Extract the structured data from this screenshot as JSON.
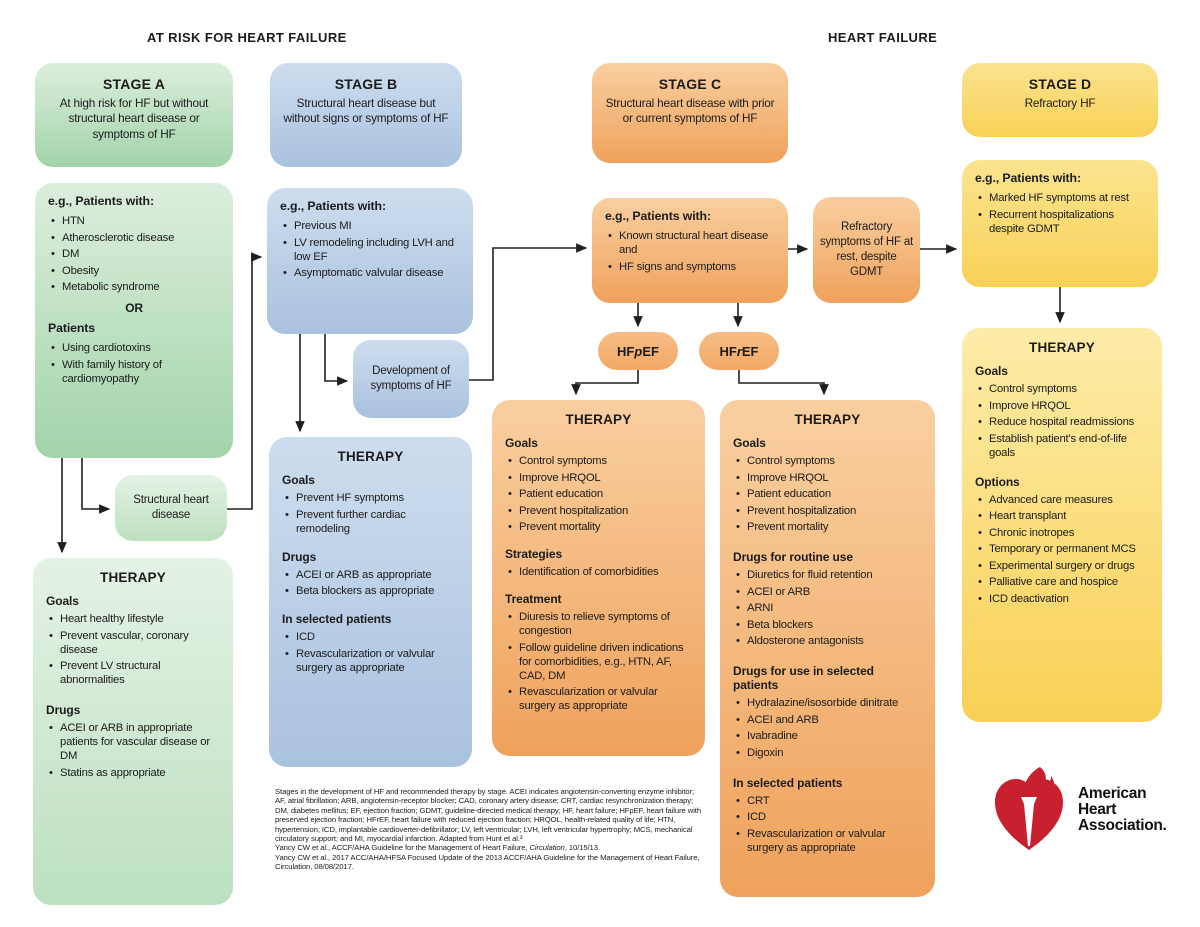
{
  "headers": {
    "at_risk": "AT RISK FOR HEART FAILURE",
    "heart_failure": "HEART FAILURE"
  },
  "stage_a": {
    "title": "STAGE A",
    "description": "At high risk for HF but without structural heart disease or symptoms of HF",
    "patients": {
      "heading": "e.g., Patients with:",
      "bullets": [
        "HTN",
        "Atherosclerotic disease",
        "DM",
        "Obesity",
        "Metabolic syndrome"
      ],
      "or_label": "OR",
      "subheading": "Patients",
      "bullets2": [
        "Using cardiotoxins",
        "With family history of cardiomyopathy"
      ]
    },
    "structural_label": "Structural heart disease",
    "therapy": {
      "title": "THERAPY",
      "goals_heading": "Goals",
      "goals": [
        "Heart healthy lifestyle",
        "Prevent vascular, coronary disease",
        "Prevent LV structural abnormalities"
      ],
      "drugs_heading": "Drugs",
      "drugs": [
        "ACEI or ARB in appropriate patients for vascular disease or DM",
        "Statins as appropriate"
      ]
    }
  },
  "stage_b": {
    "title": "STAGE B",
    "description": "Structural heart disease but without signs or symptoms of HF",
    "patients": {
      "heading": "e.g., Patients with:",
      "bullets": [
        "Previous MI",
        "LV remodeling including LVH and low EF",
        "Asymptomatic valvular disease"
      ]
    },
    "development_label": "Development of symptoms of HF",
    "therapy": {
      "title": "THERAPY",
      "goals_heading": "Goals",
      "goals": [
        "Prevent HF symptoms",
        "Prevent further cardiac remodeling"
      ],
      "drugs_heading": "Drugs",
      "drugs": [
        "ACEI or ARB as appropriate",
        "Beta blockers as appropriate"
      ],
      "selected_heading": "In selected patients",
      "selected": [
        "ICD",
        "Revascularization or valvular surgery as appropriate"
      ]
    }
  },
  "stage_c": {
    "title": "STAGE C",
    "description": "Structural heart disease with prior or current symptoms of HF",
    "patients": {
      "heading": "e.g., Patients with:",
      "bullets": [
        "Known structural heart disease and",
        "HF signs and symptoms"
      ]
    },
    "refractory_label": "Refractory symptoms of HF at rest, despite GDMT",
    "hfpef": {
      "pre": "HF",
      "italic": "p",
      "post": "EF"
    },
    "hfref": {
      "pre": "HF",
      "italic": "r",
      "post": "EF"
    },
    "hfpef_therapy": {
      "title": "THERAPY",
      "goals_heading": "Goals",
      "goals": [
        "Control symptoms",
        "Improve HRQOL",
        "Patient education",
        "Prevent hospitalization",
        "Prevent mortality"
      ],
      "strategies_heading": "Strategies",
      "strategies": [
        "Identification of comorbidities"
      ],
      "treatment_heading": "Treatment",
      "treatment": [
        "Diuresis to relieve symptoms of congestion",
        "Follow guideline driven indications for comorbidities, e.g., HTN, AF, CAD, DM",
        "Revascularization or valvular surgery as appropriate"
      ]
    },
    "hfref_therapy": {
      "title": "THERAPY",
      "goals_heading": "Goals",
      "goals": [
        "Control symptoms",
        "Improve HRQOL",
        "Patient education",
        "Prevent hospitalization",
        "Prevent mortality"
      ],
      "routine_heading": "Drugs for routine use",
      "routine": [
        "Diuretics for fluid retention",
        "ACEI or ARB",
        "ARNI",
        "Beta blockers",
        "Aldosterone antagonists"
      ],
      "selected_drugs_heading": "Drugs for use in selected patients",
      "selected_drugs": [
        "Hydralazine/isosorbide dinitrate",
        "ACEI and ARB",
        "Ivabradine",
        "Digoxin"
      ],
      "selected_heading": "In selected patients",
      "selected": [
        "CRT",
        "ICD",
        "Revascularization or valvular surgery as appropriate"
      ]
    }
  },
  "stage_d": {
    "title": "STAGE D",
    "description": "Refractory HF",
    "patients": {
      "heading": "e.g., Patients with:",
      "bullets": [
        "Marked HF symptoms at rest",
        "Recurrent hospitalizations despite GDMT"
      ]
    },
    "therapy": {
      "title": "THERAPY",
      "goals_heading": "Goals",
      "goals": [
        "Control symptoms",
        "Improve HRQOL",
        "Reduce hospital readmissions",
        "Establish patient's end-of-life goals"
      ],
      "options_heading": "Options",
      "options": [
        "Advanced care measures",
        "Heart transplant",
        "Chronic inotropes",
        "Temporary or permanent MCS",
        "Experimental surgery or drugs",
        "Palliative care and hospice",
        "ICD deactivation"
      ]
    }
  },
  "footnote": {
    "abbreviations": "Stages in the development of HF and recommended therapy by stage. ACEI indicates angiotensin-converting enzyme inhibitor; AF, atrial fibrillation; ARB, angiotensin-receptor blocker; CAD, coronary artery disease; CRT, cardiac resynchronization therapy; DM, diabetes mellitus; EF, ejection fraction; GDMT, guideline-directed medical therapy; HF, heart failure; HFpEF, heart failure with preserved ejection fraction; HFrEF, heart failure with reduced ejection fraction; HRQOL, health-related quality of life; HTN, hypertension; ICD, implantable cardioverter-defibrillator; LV, left ventricular; LVH, left ventricular hypertrophy; MCS, mechanical circulatory support; and MI, myocardial infarction. Adapted from Hunt et al.³",
    "reference1": {
      "pre": "Yancy CW et al., ACCF/AHA Guideline for the Management of Heart Failure, ",
      "italic": "Circulation",
      "post": ", 10/15/13."
    },
    "reference2": "Yancy CW et al., 2017 ACC/AHA/HFSA Focused Update of the 2013 ACCF/AHA Guideline for the Management of Heart Failure, Circulation, 08/08/2017."
  },
  "logo": {
    "line1": "American",
    "line2": "Heart",
    "line3": "Association."
  },
  "colors": {
    "green_top": "#dceedd",
    "green_bottom": "#a2d4a9",
    "blue_top": "#cdddee",
    "blue_bottom": "#a9c2df",
    "orange_top": "#f9cfa0",
    "orange_bottom": "#efa25c",
    "yellow_top": "#fbe490",
    "yellow_bottom": "#f8d156",
    "arrow": "#1f1f1f",
    "aha_red": "#c8202e"
  }
}
